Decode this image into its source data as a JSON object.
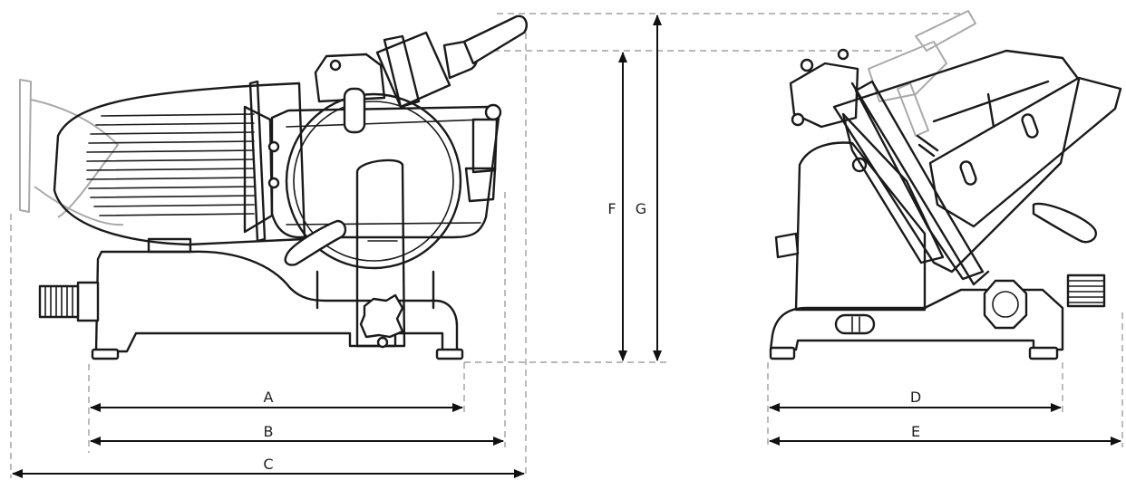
{
  "dimensions": {
    "A": "A",
    "B": "B",
    "C": "C",
    "D": "D",
    "E": "E",
    "F": "F",
    "G": "G"
  },
  "colors": {
    "line": "#1a1a1a",
    "ghost": "#a9a9a9",
    "guide": "#a0a0a0",
    "background": "#ffffff"
  }
}
